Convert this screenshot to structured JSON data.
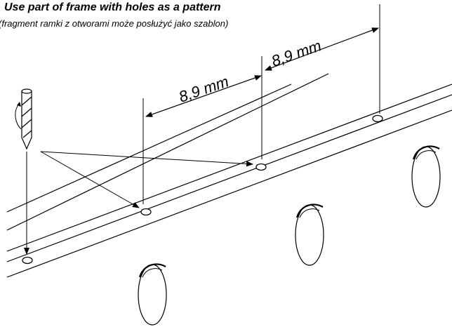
{
  "diagram": {
    "title": "Use part of frame with holes as a pattern",
    "subtitle": "(fragment ramki z otworami może posłużyć jako szablon)",
    "dimension_left": "8,9 mm",
    "dimension_right": "8,9 mm"
  }
}
